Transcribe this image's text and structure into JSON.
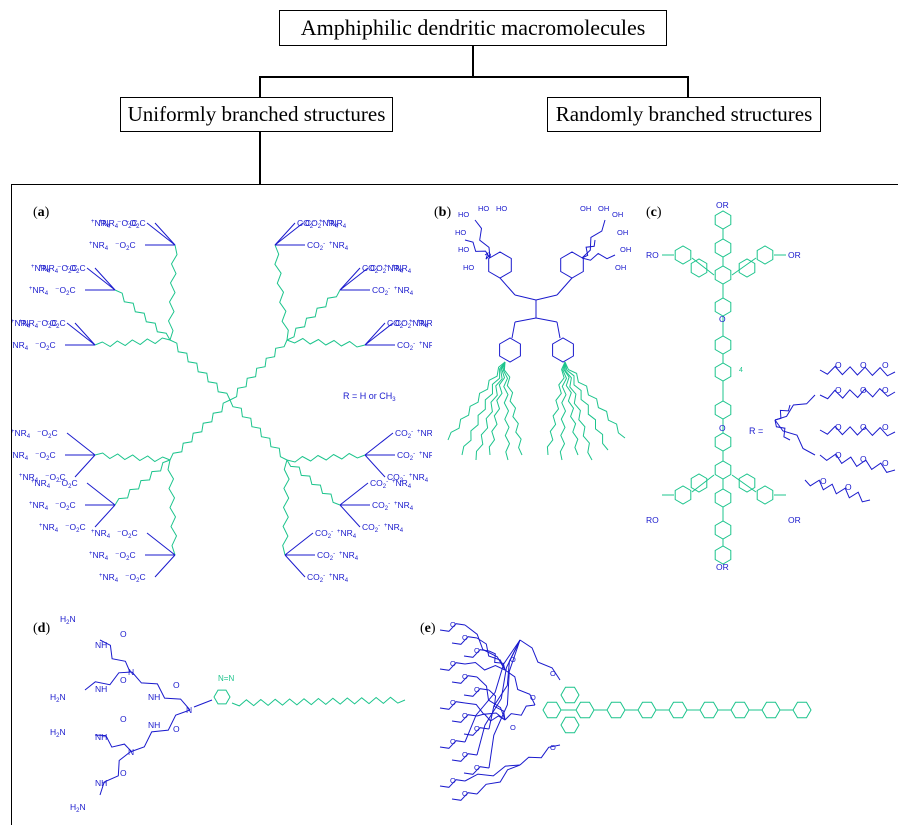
{
  "title": "Amphiphilic dendritic macromolecules",
  "branches": {
    "uniform": "Uniformly branched structures",
    "random": "Randomly branched structures"
  },
  "panels": {
    "a": "a",
    "b": "b",
    "c": "c",
    "d": "d",
    "e": "e"
  },
  "panel_a": {
    "r_note": "R = H or CH",
    "r_note_sub": "3",
    "cation": "NR",
    "cation_sub": "4",
    "carboxylate": "CO",
    "carboxylate_sub": "2"
  },
  "panel_b": {
    "hydroxyl": "HO",
    "hydroxyl_r": "OH"
  },
  "panel_c": {
    "ro": "RO",
    "or": "OR",
    "r_eq": "R =",
    "repeat": "4"
  },
  "panel_d": {
    "amine": "H",
    "amine_sub": "2",
    "amine_n": "N",
    "amide": "NH",
    "n": "N",
    "o": "O",
    "triazole": "N=N"
  },
  "panel_e": {
    "oxygen": "O"
  },
  "colors": {
    "hydrophilic": "#1a1acd",
    "hydrophobic": "#1cc48c"
  }
}
